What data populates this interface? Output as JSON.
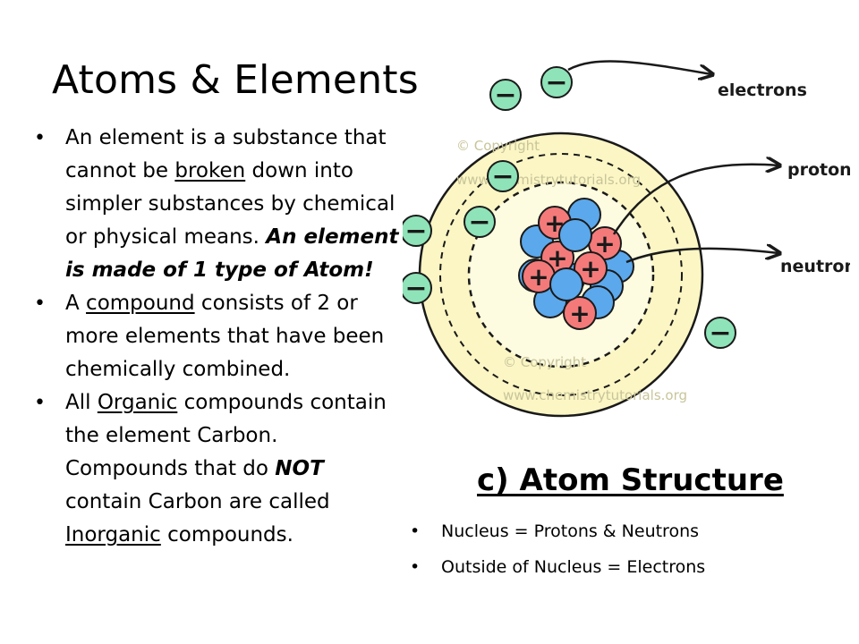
{
  "slide": {
    "title": "Atoms & Elements"
  },
  "left_bullets": {
    "b1": {
      "t1": "An element is a substance that cannot be ",
      "u1": "broken",
      "t2": " down into simpler substances by chemical or physical means. ",
      "bi1": "An element is made of 1 type of Atom!"
    },
    "b2": {
      "t1": "A ",
      "u1": "compound",
      "t2": " consists of 2 or more elements that have been chemically combined."
    },
    "b3": {
      "t1": "All ",
      "u1": "Organic",
      "t2": " compounds contain the element Carbon. Compounds that do ",
      "i1": "NOT",
      "t3": " contain Carbon are called ",
      "u2": "Inorganic",
      "t4": " compounds."
    }
  },
  "diagram": {
    "labels": {
      "electrons": "electrons",
      "protons": "protons",
      "neutrons": "neutrons"
    },
    "watermark": {
      "line1": "© Copyright",
      "line2": "www.chemistrytutorials.org"
    },
    "electron_symbol": "−",
    "proton_symbol": "+",
    "colors": {
      "outer_shell": "#fbf6c4",
      "inner_shell": "#fdfbe0",
      "electron_fill": "#8fe3b8",
      "proton_fill": "#f47a7a",
      "neutron_fill": "#5ba8ec",
      "stroke": "#1a1a1a"
    }
  },
  "right": {
    "heading": "c) Atom Structure",
    "items": [
      "Nucleus = Protons & Neutrons",
      "Outside of Nucleus = Electrons"
    ]
  }
}
